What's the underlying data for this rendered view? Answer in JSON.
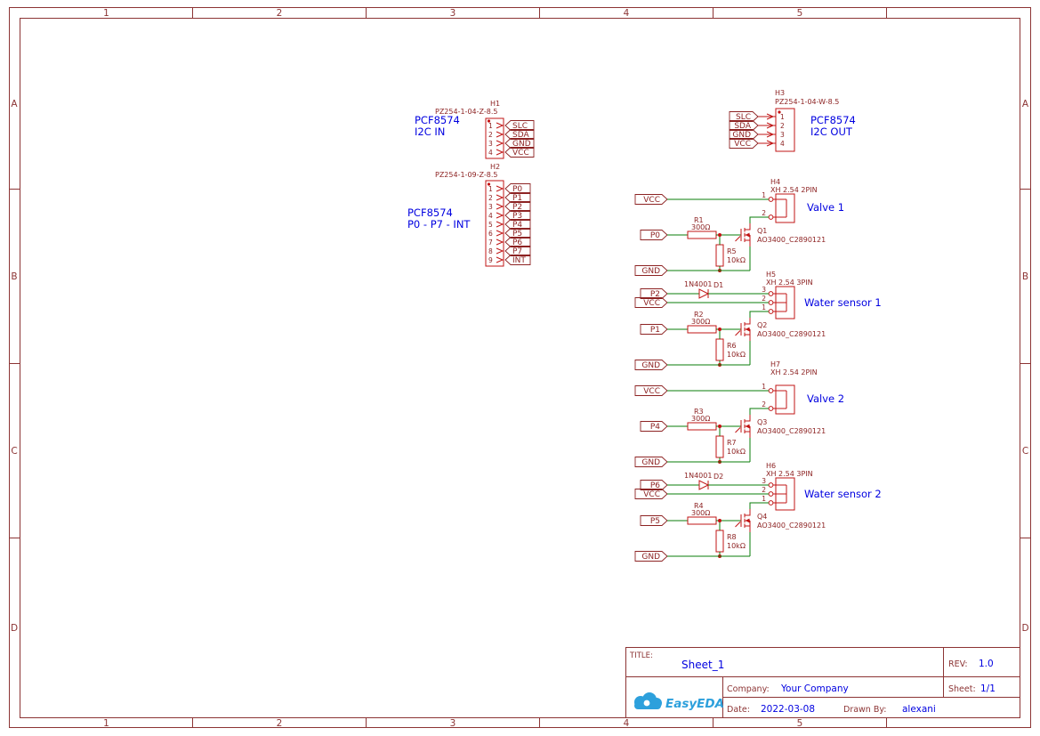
{
  "frame": {
    "cols": [
      "1",
      "2",
      "3",
      "4",
      "5"
    ],
    "rows": [
      "A",
      "B",
      "C",
      "D"
    ]
  },
  "headers": {
    "h1": {
      "ref": "H1",
      "part": "PZ254-1-04-Z-8.5",
      "note1": "PCF8574",
      "note2": "I2C IN",
      "pins": [
        "1",
        "2",
        "3",
        "4"
      ],
      "nets": [
        "SLC",
        "SDA",
        "GND",
        "VCC"
      ]
    },
    "h2": {
      "ref": "H2",
      "part": "PZ254-1-09-Z-8.5",
      "note1": "PCF8574",
      "note2": "P0 - P7 - INT",
      "pins": [
        "1",
        "2",
        "3",
        "4",
        "5",
        "6",
        "7",
        "8",
        "9"
      ],
      "nets": [
        "P0",
        "P1",
        "P2",
        "P3",
        "P4",
        "P5",
        "P6",
        "P7",
        "INT"
      ]
    },
    "h3": {
      "ref": "H3",
      "part": "PZ254-1-04-W-8.5",
      "note1": "PCF8574",
      "note2": "I2C OUT",
      "pins": [
        "1",
        "2",
        "3",
        "4"
      ],
      "nets": [
        "SLC",
        "SDA",
        "GND",
        "VCC"
      ]
    }
  },
  "channels": [
    {
      "conn": "H4",
      "conn_part": "XH 2.54 2PIN",
      "label": "Valve 1",
      "pin_top": "1",
      "pin_bot": "2",
      "vcc": "VCC",
      "gnd": "GND",
      "input": "P0",
      "r": "R1",
      "r_val": "300Ω",
      "rp": "R5",
      "rp_val": "10kΩ",
      "q": "Q1",
      "q_part": "AO3400_C2890121"
    },
    {
      "conn": "H5",
      "conn_part": "XH 2.54 3PIN",
      "label": "Water sensor 1",
      "pin_top": "3",
      "pin_mid": "2",
      "pin_bot": "1",
      "vcc": "VCC",
      "gnd": "GND",
      "input": "P1",
      "sense": "P2",
      "d": "D1",
      "d_part": "1N4001",
      "r": "R2",
      "r_val": "300Ω",
      "rp": "R6",
      "rp_val": "10kΩ",
      "q": "Q2",
      "q_part": "AO3400_C2890121"
    },
    {
      "conn": "H7",
      "conn_part": "XH 2.54 2PIN",
      "label": "Valve 2",
      "pin_top": "1",
      "pin_bot": "2",
      "vcc": "VCC",
      "gnd": "GND",
      "input": "P4",
      "r": "R3",
      "r_val": "300Ω",
      "rp": "R7",
      "rp_val": "10kΩ",
      "q": "Q3",
      "q_part": "AO3400_C2890121"
    },
    {
      "conn": "H6",
      "conn_part": "XH 2.54 3PIN",
      "label": "Water sensor 2",
      "pin_top": "3",
      "pin_mid": "2",
      "pin_bot": "1",
      "vcc": "VCC",
      "gnd": "GND",
      "input": "P5",
      "sense": "P6",
      "d": "D2",
      "d_part": "1N4001",
      "r": "R4",
      "r_val": "300Ω",
      "rp": "R8",
      "rp_val": "10kΩ",
      "q": "Q4",
      "q_part": "AO3400_C2890121"
    }
  ],
  "title_block": {
    "title_label": "TITLE:",
    "title": "Sheet_1",
    "rev_label": "REV:",
    "rev": "1.0",
    "company_label": "Company:",
    "company": "Your Company",
    "sheet_label": "Sheet:",
    "sheet": "1/1",
    "date_label": "Date:",
    "date": "2022-03-08",
    "drawn_label": "Drawn By:",
    "drawn_by": "alexani",
    "logo_text": "EasyEDA"
  },
  "colors": {
    "frame": "#8c3434",
    "symbol": "#c01414",
    "text": "#8d2323",
    "wire": "#0a7d0a",
    "annotation": "#0000e0",
    "logo": "#2da0dc"
  }
}
